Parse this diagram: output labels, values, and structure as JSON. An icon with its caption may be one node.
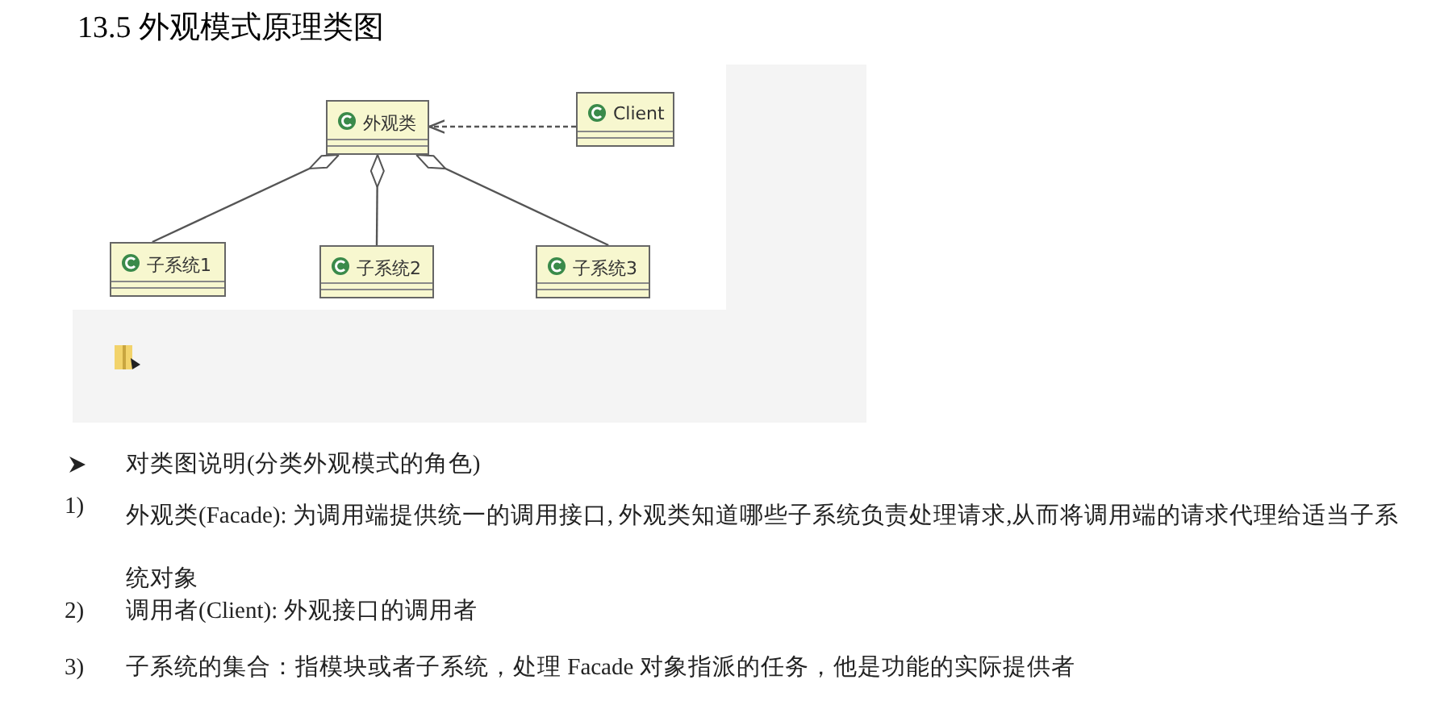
{
  "diagram": {
    "title": "13.5 外观模式原理类图",
    "nodes": [
      {
        "text": [
          "外观类"
        ]
      },
      {
        "text": [
          "Client"
        ]
      },
      {
        "text": [
          "子系统1"
        ]
      },
      {
        "text": [
          "子系统2"
        ]
      },
      {
        "text": [
          "子系统3"
        ]
      }
    ],
    "edges": [
      {
        "from": 1,
        "to": 0,
        "arrow": "to",
        "style": "dashed"
      },
      {
        "from": 0,
        "to": 2,
        "arrow": "other"
      },
      {
        "from": 0,
        "to": 3,
        "arrow": "other"
      },
      {
        "from": 0,
        "to": 4,
        "arrow": "other"
      }
    ],
    "labels": [
      "对类图说明(分类外观模式的角色)",
      "1)",
      "外观类(Facade): 为调用端提供统一的调用接口, 外观类知道哪些子系统负责处理请求,从而将调用端的请求代理给适当子系统对象",
      "2)",
      "调用者(Client): 外观接口的调用者",
      "3)",
      "子系统的集合：指模块或者子系统，处理 Facade 对象指派的任务，他是功能的实际提供者"
    ]
  }
}
